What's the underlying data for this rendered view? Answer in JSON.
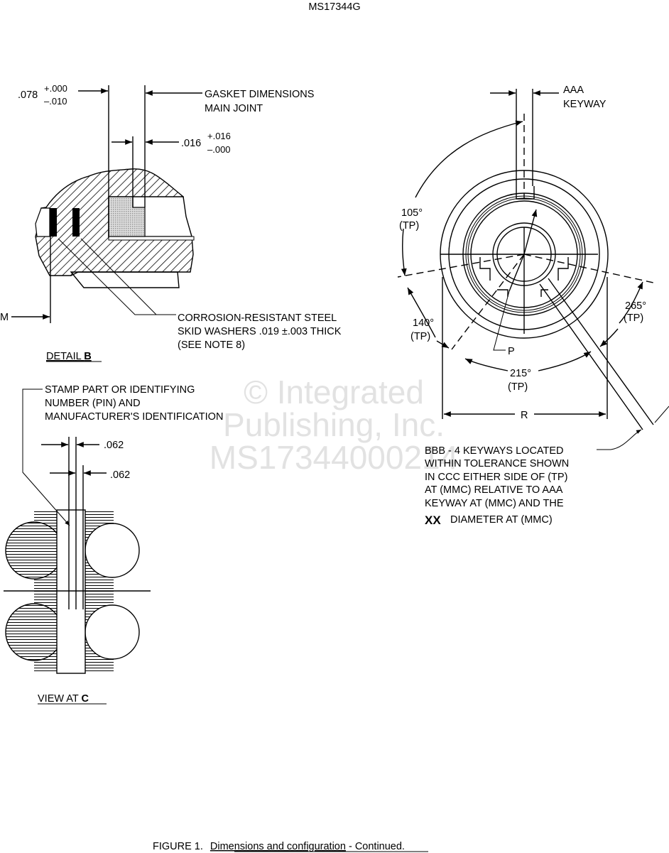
{
  "header": {
    "doc_number": "MS17344G"
  },
  "watermark": {
    "line1": "© Integrated",
    "line2": "Publishing, Inc.",
    "line3": "MS17344000214"
  },
  "detail_b": {
    "dim_078": ".078",
    "dim_078_plus": "+.000",
    "dim_078_minus": "–.010",
    "dim_016": ".016",
    "dim_016_plus": "+.016",
    "dim_016_minus": "–.000",
    "gasket_label": [
      "GASKET DIMENSIONS",
      "MAIN JOINT"
    ],
    "m_label": "M",
    "washer_label": [
      "CORROSION-RESISTANT STEEL",
      "SKID WASHERS .019 ±.003 THICK",
      "(SEE NOTE 8)"
    ],
    "title_prefix": "DETAIL ",
    "title_letter": "B"
  },
  "view_c": {
    "stamp_label": [
      "STAMP PART OR IDENTIFYING",
      "NUMBER (PIN) AND",
      "MANUFACTURER'S IDENTIFICATION"
    ],
    "dim_1": ".062",
    "dim_2": ".062",
    "title_prefix": "VIEW AT ",
    "title_letter": "C"
  },
  "end_view": {
    "aaa_label": [
      "AAA",
      "KEYWAY"
    ],
    "angle_105": "105°",
    "angle_140": "140°",
    "angle_265": "265°",
    "angle_215": "215°",
    "tp": "(TP)",
    "p_label": "P",
    "r_label": "R",
    "bbb_label": [
      "BBB - 4 KEYWAYS LOCATED",
      "WITHIN TOLERANCE SHOWN",
      "IN CCC EITHER SIDE OF (TP)",
      "AT (MMC) RELATIVE TO AAA",
      "KEYWAY AT (MMC) AND THE"
    ],
    "xx_symbol": "XX",
    "xx_text": "DIAMETER AT (MMC)"
  },
  "footer": {
    "figure": "FIGURE 1.",
    "caption": "Dimensions and configuration",
    "suffix": " - Continued."
  }
}
